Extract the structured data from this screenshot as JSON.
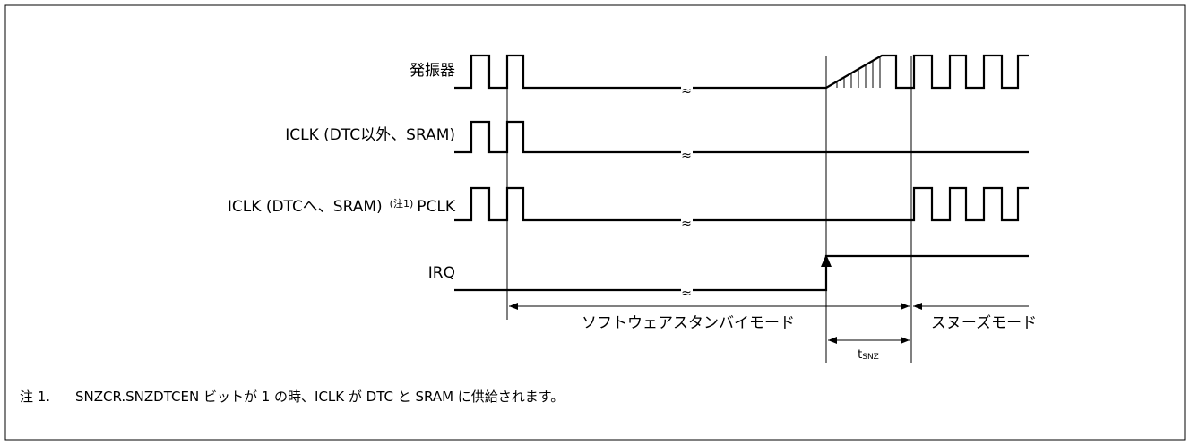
{
  "signals": [
    {
      "label": "発振器"
    },
    {
      "label": "ICLK (DTC以外、SRAM)"
    },
    {
      "label_main": "ICLK (DTCへ、SRAM)",
      "note_ref": "(注1)",
      "label_tail": "PCLK"
    },
    {
      "label": "IRQ"
    }
  ],
  "break_mark": "≈",
  "periods": {
    "software_standby": "ソフトウェアスタンバイモード",
    "snooze": "スヌーズモード",
    "tsnz_main": "t",
    "tsnz_sub": "SNZ"
  },
  "footnote": {
    "number": "注 1.",
    "text": "SNZCR.SNZDTCEN ビットが 1 の時、ICLK が DTC と SRAM に供給されます。"
  }
}
